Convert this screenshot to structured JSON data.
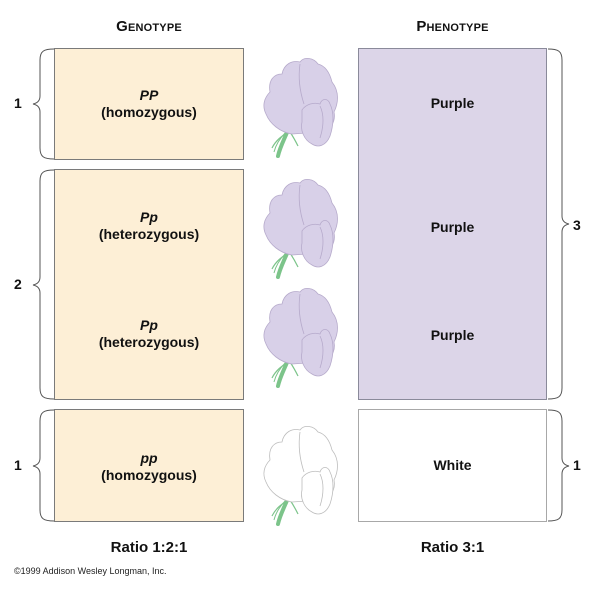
{
  "headings": {
    "genotype": "Genotype",
    "phenotype": "Phenotype"
  },
  "genotypes": [
    {
      "allele": "PP",
      "zygosity": "(homozygous)",
      "count": "1"
    },
    {
      "allele": "Pp",
      "zygosity": "(heterozygous)"
    },
    {
      "allele": "Pp",
      "zygosity": "(heterozygous)",
      "count": "2"
    },
    {
      "allele": "pp",
      "zygosity": "(homozygous)",
      "count": "1"
    }
  ],
  "genotype_counts": [
    "1",
    "2",
    "1"
  ],
  "phenotypes": [
    {
      "label": "Purple"
    },
    {
      "label": "Purple"
    },
    {
      "label": "Purple"
    },
    {
      "label": "White"
    }
  ],
  "phenotype_counts": [
    "3",
    "1"
  ],
  "flowers": [
    {
      "color": "purple-flower-icon",
      "fill": "#d8d0e8",
      "stroke": "#b6aacb"
    },
    {
      "color": "purple-flower-icon",
      "fill": "#d8d0e8",
      "stroke": "#b6aacb"
    },
    {
      "color": "purple-flower-icon",
      "fill": "#d8d0e8",
      "stroke": "#b6aacb"
    },
    {
      "color": "white-flower-icon",
      "fill": "#ffffff",
      "stroke": "#bdbdbd"
    }
  ],
  "ratios": {
    "genotype": "Ratio 1:2:1",
    "phenotype": "Ratio 3:1"
  },
  "copyright": "©1999 Addison Wesley Longman, Inc.",
  "colors": {
    "genotype_box": "#fdefd6",
    "purple_box": "#dcd5e8",
    "white_box": "#ffffff",
    "stem": "#7cc48a"
  }
}
